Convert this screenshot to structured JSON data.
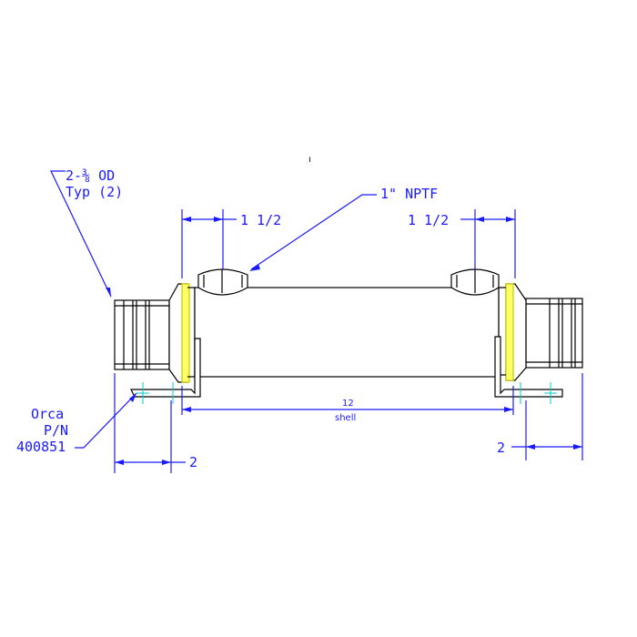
{
  "labels": {
    "od_line1": "2-⅜ OD",
    "od_line2": "Typ (2)",
    "nptf": "1\" NPTF",
    "left_offset": "1 1/2",
    "right_offset": "1 1/2",
    "shell_length": "12",
    "shell_word": "shell",
    "part_line1": "Orca",
    "part_line2": "P/N",
    "part_line3": "400851",
    "left_end": "2",
    "right_end": "2",
    "tick_mark": "ı"
  },
  "colors": {
    "annotation": "#1a1aff",
    "outline": "#000000",
    "gasket": "#ffff66",
    "centerline": "#00cccc"
  }
}
